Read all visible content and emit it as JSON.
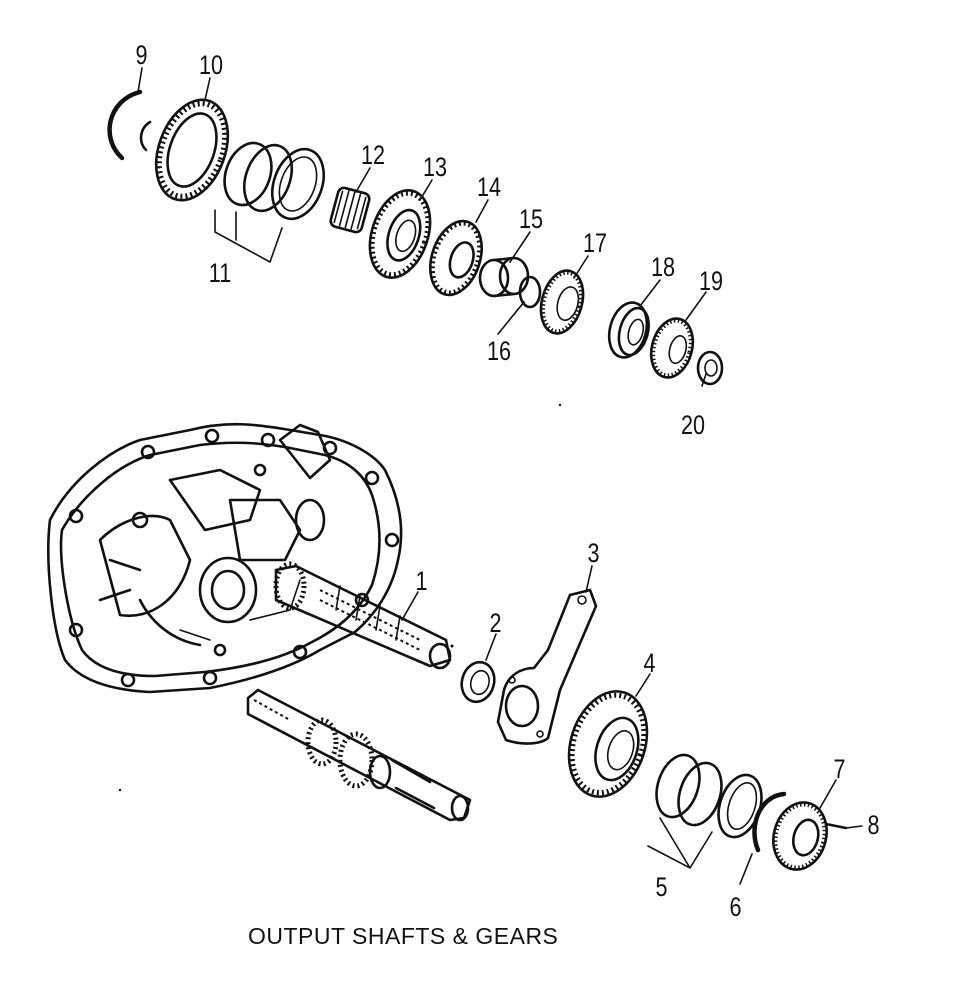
{
  "diagram": {
    "caption": "OUTPUT SHAFTS & GEARS",
    "callouts": [
      "1",
      "2",
      "3",
      "4",
      "5",
      "6",
      "7",
      "8",
      "9",
      "10",
      "11",
      "12",
      "13",
      "14",
      "15",
      "16",
      "17",
      "18",
      "19",
      "20"
    ]
  }
}
